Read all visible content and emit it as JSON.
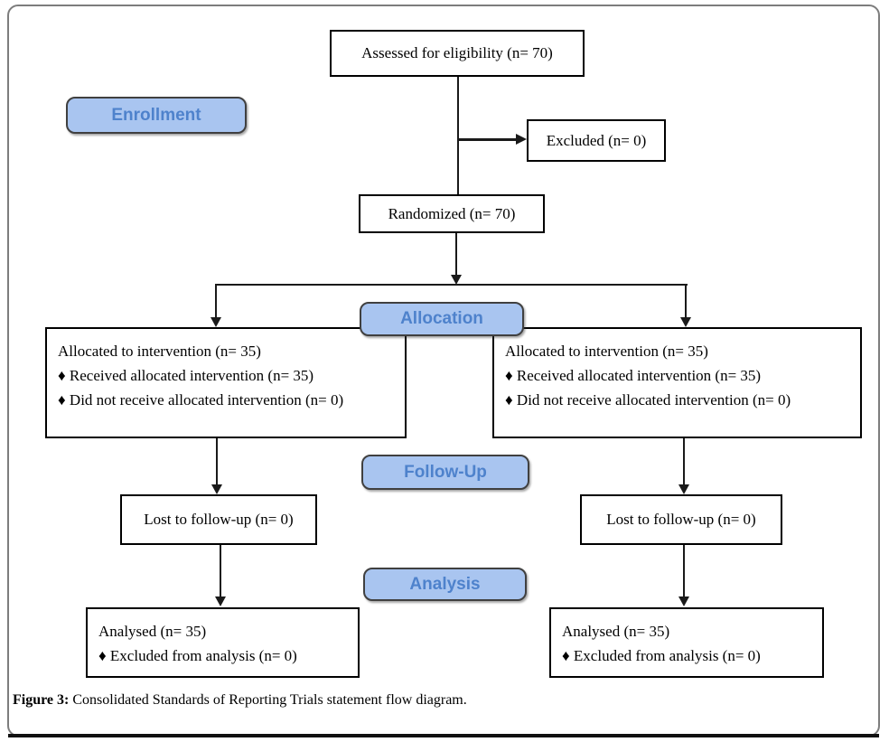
{
  "figure": {
    "caption_label": "Figure 3:",
    "caption_text": " Consolidated Standards of Reporting Trials statement flow diagram."
  },
  "stages": {
    "enrollment": "Enrollment",
    "allocation": "Allocation",
    "followup": "Follow-Up",
    "analysis": "Analysis"
  },
  "boxes": {
    "assessed": "Assessed for eligibility (n= 70)",
    "excluded": "Excluded (n= 0)",
    "randomized": "Randomized (n= 70)",
    "alloc_left": {
      "title": "Allocated to intervention (n= 35)",
      "bullets": [
        "♦ Received allocated intervention (n= 35)",
        "♦ Did not receive allocated intervention (n= 0)"
      ]
    },
    "alloc_right": {
      "title": "Allocated to intervention (n= 35)",
      "bullets": [
        "♦ Received allocated intervention (n= 35)",
        "♦ Did not receive allocated intervention (n= 0)"
      ]
    },
    "lost_left": "Lost to follow-up (n= 0)",
    "lost_right": "Lost to follow-up (n= 0)",
    "analysed_left": {
      "title": "Analysed (n= 35)",
      "bullets": [
        "♦ Excluded from analysis (n= 0)"
      ]
    },
    "analysed_right": {
      "title": "Analysed (n= 35)",
      "bullets": [
        "♦ Excluded from analysis (n= 0)"
      ]
    }
  },
  "colors": {
    "stage_fill": "#a9c5f0",
    "stage_text": "#4e82cc",
    "box_border": "#000000",
    "line": "#1a1a1a",
    "frame_border": "#7d7d7d"
  }
}
